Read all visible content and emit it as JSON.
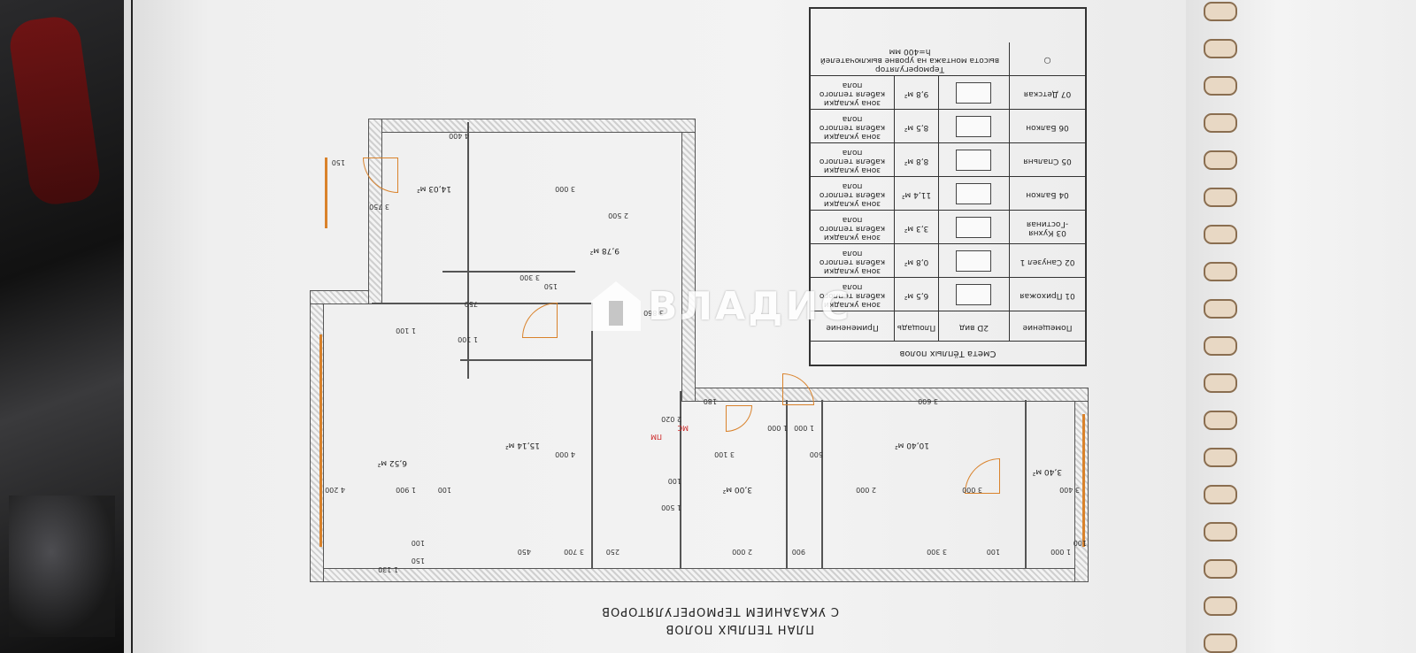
{
  "plan_title_line1": "ПЛАН ТЕПЛЫХ ПОЛОВ",
  "plan_title_line2": "С УКАЗАНИЕМ ТЕРМОРЕГУЛЯТОРОВ",
  "watermark": "ВЛАДИС",
  "legend": {
    "title": "Смета Тёплых полов",
    "headers": [
      "Помещение",
      "2D вид",
      "Площадь",
      "Применение"
    ],
    "rows": [
      {
        "room": "01 Прихожая",
        "area": "6,5 м²",
        "use": "зона укладки кабеля теплого пола"
      },
      {
        "room": "02 Санузел 1",
        "area": "0,8 м²",
        "use": "зона укладки кабеля теплого пола"
      },
      {
        "room": "03 Кухня -Гостиная",
        "area": "3,3 м²",
        "use": "зона укладки кабеля теплого пола"
      },
      {
        "room": "04 Балкон",
        "area": "11,4 м²",
        "use": "зона укладки кабеля теплого пола"
      },
      {
        "room": "05 Спальня",
        "area": "8,8 м²",
        "use": "зона укладки кабеля теплого пола"
      },
      {
        "room": "06 Балкон",
        "area": "8,5 м²",
        "use": "зона укладки кабеля теплого пола"
      },
      {
        "room": "07 Детская",
        "area": "9,8 м²",
        "use": "зона укладки кабеля теплого пола"
      }
    ],
    "footer_label": "Терморегулятор",
    "footer_note": "высота монтажа на уровне выключателей h=400 мм"
  },
  "rooms": {
    "r1": "3,40 м²",
    "r2": "10,40 м²",
    "r3": "3,00 м²",
    "r4": "15,14 м²",
    "r5": "6,52 м²",
    "r6": "9,78 м²",
    "r7": "14,03 м²"
  },
  "dims": {
    "d1": "1 000",
    "d2": "100",
    "d3": "3 400",
    "d4": "3 300",
    "d5": "3 000",
    "d6": "100",
    "d7": "2 000",
    "d8": "900",
    "d9": "500",
    "d10": "3 600",
    "d11": "1 000",
    "d12": "1 000",
    "d13": "2 000",
    "d14": "1 500",
    "d15": "3 100",
    "d16": "100",
    "d17": "180",
    "d18": "2 020",
    "d19": "450",
    "d20": "3 700",
    "d21": "250",
    "d22": "4 000",
    "d23": "100",
    "d24": "1 900",
    "d25": "4 200",
    "d26": "1 130",
    "d27": "150",
    "d28": "100",
    "d29": "3 860",
    "d30": "150",
    "d31": "1 100",
    "d32": "750",
    "d33": "1 100",
    "d34": "3 300",
    "d35": "2 500",
    "d36": "3 000",
    "d37": "3 750",
    "d38": "4 400",
    "d39": "150"
  },
  "labels": {
    "mc": "МС",
    "pm": "ПМ"
  }
}
